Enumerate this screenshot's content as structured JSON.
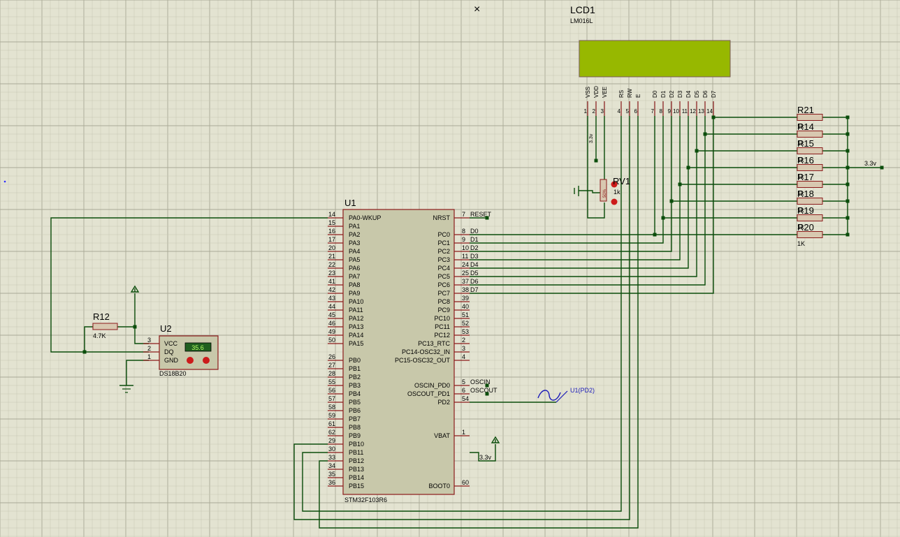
{
  "colors": {
    "background": "#e3e3d1",
    "grid_minor": "#c5c5b2",
    "grid_major": "#a9a996",
    "wire": "#0b4d0b",
    "body_outline": "#8b1a1a",
    "chip_body": "#c8c8aa",
    "lcd_screen": "#97b800",
    "resistor_body": "#d8c8b0",
    "text": "#000000",
    "probe": "#1a1ab8",
    "pin_red": "#cc1b1b",
    "thermo_display": "#1f5f1f",
    "thermo_text": "#b6ff66"
  },
  "mcu": {
    "ref": "U1",
    "part": "STM32F103R6",
    "left_pins": [
      {
        "num": "14",
        "name": "PA0-WKUP"
      },
      {
        "num": "15",
        "name": "PA1"
      },
      {
        "num": "16",
        "name": "PA2"
      },
      {
        "num": "17",
        "name": "PA3"
      },
      {
        "num": "20",
        "name": "PA4"
      },
      {
        "num": "21",
        "name": "PA5"
      },
      {
        "num": "22",
        "name": "PA6"
      },
      {
        "num": "23",
        "name": "PA7"
      },
      {
        "num": "41",
        "name": "PA8"
      },
      {
        "num": "42",
        "name": "PA9"
      },
      {
        "num": "43",
        "name": "PA10"
      },
      {
        "num": "44",
        "name": "PA11"
      },
      {
        "num": "45",
        "name": "PA12"
      },
      {
        "num": "46",
        "name": "PA13"
      },
      {
        "num": "49",
        "name": "PA14"
      },
      {
        "num": "50",
        "name": "PA15"
      },
      {
        "num": "",
        "name": ""
      },
      {
        "num": "26",
        "name": "PB0"
      },
      {
        "num": "27",
        "name": "PB1"
      },
      {
        "num": "28",
        "name": "PB2"
      },
      {
        "num": "55",
        "name": "PB3"
      },
      {
        "num": "56",
        "name": "PB4"
      },
      {
        "num": "57",
        "name": "PB5"
      },
      {
        "num": "58",
        "name": "PB6"
      },
      {
        "num": "59",
        "name": "PB7"
      },
      {
        "num": "61",
        "name": "PB8"
      },
      {
        "num": "62",
        "name": "PB9"
      },
      {
        "num": "29",
        "name": "PB10"
      },
      {
        "num": "30",
        "name": "PB11"
      },
      {
        "num": "33",
        "name": "PB12"
      },
      {
        "num": "34",
        "name": "PB13"
      },
      {
        "num": "35",
        "name": "PB14"
      },
      {
        "num": "36",
        "name": "PB15"
      }
    ],
    "right_pins": [
      {
        "num": "7",
        "name": "NRST",
        "net": "RESET"
      },
      {
        "num": "",
        "name": "",
        "net": ""
      },
      {
        "num": "8",
        "name": "PC0",
        "net": "D0"
      },
      {
        "num": "9",
        "name": "PC1",
        "net": "D1"
      },
      {
        "num": "10",
        "name": "PC2",
        "net": "D2"
      },
      {
        "num": "11",
        "name": "PC3",
        "net": "D3"
      },
      {
        "num": "24",
        "name": "PC4",
        "net": "D4"
      },
      {
        "num": "25",
        "name": "PC5",
        "net": "D5"
      },
      {
        "num": "37",
        "name": "PC6",
        "net": "D6"
      },
      {
        "num": "38",
        "name": "PC7",
        "net": "D7"
      },
      {
        "num": "39",
        "name": "PC8",
        "net": ""
      },
      {
        "num": "40",
        "name": "PC9",
        "net": ""
      },
      {
        "num": "51",
        "name": "PC10",
        "net": ""
      },
      {
        "num": "52",
        "name": "PC11",
        "net": ""
      },
      {
        "num": "53",
        "name": "PC12",
        "net": ""
      },
      {
        "num": "2",
        "name": "PC13_RTC",
        "net": ""
      },
      {
        "num": "3",
        "name": "PC14-OSC32_IN",
        "net": ""
      },
      {
        "num": "4",
        "name": "PC15-OSC32_OUT",
        "net": ""
      },
      {
        "num": "",
        "name": "",
        "net": ""
      },
      {
        "num": "",
        "name": "",
        "net": ""
      },
      {
        "num": "5",
        "name": "OSCIN_PD0",
        "net": "OSCIN"
      },
      {
        "num": "6",
        "name": "OSCOUT_PD1",
        "net": "OSCOUT"
      },
      {
        "num": "54",
        "name": "PD2",
        "net": ""
      },
      {
        "num": "",
        "name": "",
        "net": ""
      },
      {
        "num": "",
        "name": "",
        "net": ""
      },
      {
        "num": "",
        "name": "",
        "net": ""
      },
      {
        "num": "1",
        "name": "VBAT",
        "net": "3.3v"
      },
      {
        "num": "",
        "name": "",
        "net": ""
      },
      {
        "num": "",
        "name": "",
        "net": ""
      },
      {
        "num": "",
        "name": "",
        "net": ""
      },
      {
        "num": "",
        "name": "",
        "net": ""
      },
      {
        "num": "",
        "name": "",
        "net": ""
      },
      {
        "num": "60",
        "name": "BOOT0",
        "net": ""
      }
    ]
  },
  "lcd": {
    "ref": "LCD1",
    "part": "LM016L",
    "pins": [
      {
        "num": "1",
        "name": "VSS"
      },
      {
        "num": "2",
        "name": "VDD"
      },
      {
        "num": "3",
        "name": "VEE"
      },
      {
        "num": "4",
        "name": "RS"
      },
      {
        "num": "5",
        "name": "RW"
      },
      {
        "num": "6",
        "name": "E"
      },
      {
        "num": "7",
        "name": "D0"
      },
      {
        "num": "8",
        "name": "D1"
      },
      {
        "num": "9",
        "name": "D2"
      },
      {
        "num": "10",
        "name": "D3"
      },
      {
        "num": "11",
        "name": "D4"
      },
      {
        "num": "12",
        "name": "D5"
      },
      {
        "num": "13",
        "name": "D6"
      },
      {
        "num": "14",
        "name": "D7"
      }
    ],
    "vdd_net": "3.3v"
  },
  "pullups": {
    "resistors": [
      {
        "ref": "R21",
        "value": "1k"
      },
      {
        "ref": "R14",
        "value": "1k"
      },
      {
        "ref": "R15",
        "value": "1k"
      },
      {
        "ref": "R16",
        "value": "1k"
      },
      {
        "ref": "R17",
        "value": "1k"
      },
      {
        "ref": "R18",
        "value": "1k"
      },
      {
        "ref": "R19",
        "value": "1k"
      },
      {
        "ref": "R20",
        "value": "1K"
      }
    ],
    "supply_label": "3.3v"
  },
  "pot": {
    "ref": "RV1",
    "value": "1k"
  },
  "sensor": {
    "ref": "U2",
    "part": "DS18B20",
    "reading": "35.6",
    "pins": [
      {
        "num": "3",
        "name": "VCC"
      },
      {
        "num": "2",
        "name": "DQ"
      },
      {
        "num": "1",
        "name": "GND"
      }
    ]
  },
  "pullup_r12": {
    "ref": "R12",
    "value": "4.7K"
  },
  "probe": {
    "label": "U1(PD2)"
  },
  "cursor_mark": "×"
}
